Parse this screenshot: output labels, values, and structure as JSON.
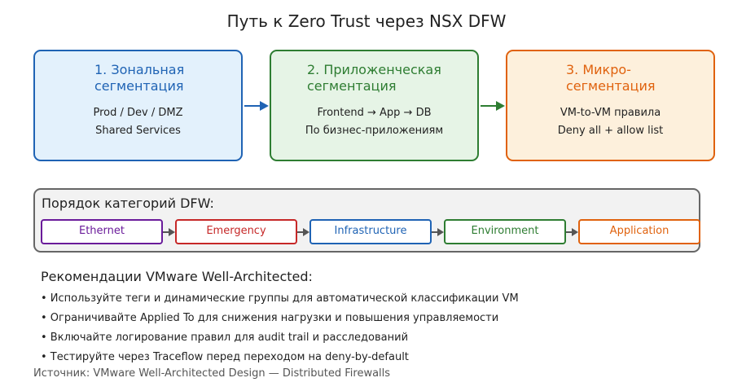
{
  "title": "Путь к Zero Trust через NSX DFW",
  "stages": [
    {
      "title": "1. Зональная\nсегментация",
      "lines": [
        "Prod / Dev / DMZ",
        "Shared Services"
      ],
      "color": "#1f63b4",
      "fill": "#e3f1fc"
    },
    {
      "title": "2. Приложенческая\nсегментация",
      "lines": [
        "Frontend → App → DB",
        "По бизнес-приложениям"
      ],
      "color": "#2e7d32",
      "fill": "#e6f4e6"
    },
    {
      "title": "3. Микро-\nсегментация",
      "lines": [
        "VM-to-VM правила",
        "Deny all + allow list"
      ],
      "color": "#e0620e",
      "fill": "#fdf0dc"
    }
  ],
  "categories_panel": {
    "title": "Порядок категорий DFW:",
    "items": [
      {
        "label": "Ethernet",
        "color": "#6a1b9a"
      },
      {
        "label": "Emergency",
        "color": "#c62828"
      },
      {
        "label": "Infrastructure",
        "color": "#1f63b4"
      },
      {
        "label": "Environment",
        "color": "#2e7d32"
      },
      {
        "label": "Application",
        "color": "#e0620e"
      }
    ]
  },
  "recommendations": {
    "title": "Рекомендации VMware Well-Architected:",
    "items": [
      "• Используйте теги и динамические группы для автоматической классификации VM",
      "• Ограничивайте Applied To для снижения нагрузки и повышения управляемости",
      "• Включайте логирование правил для audit trail и расследований",
      "• Тестируйте через Traceflow перед переходом на deny-by-default"
    ]
  },
  "source": "Источник: VMware Well-Architected Design — Distributed Firewalls"
}
